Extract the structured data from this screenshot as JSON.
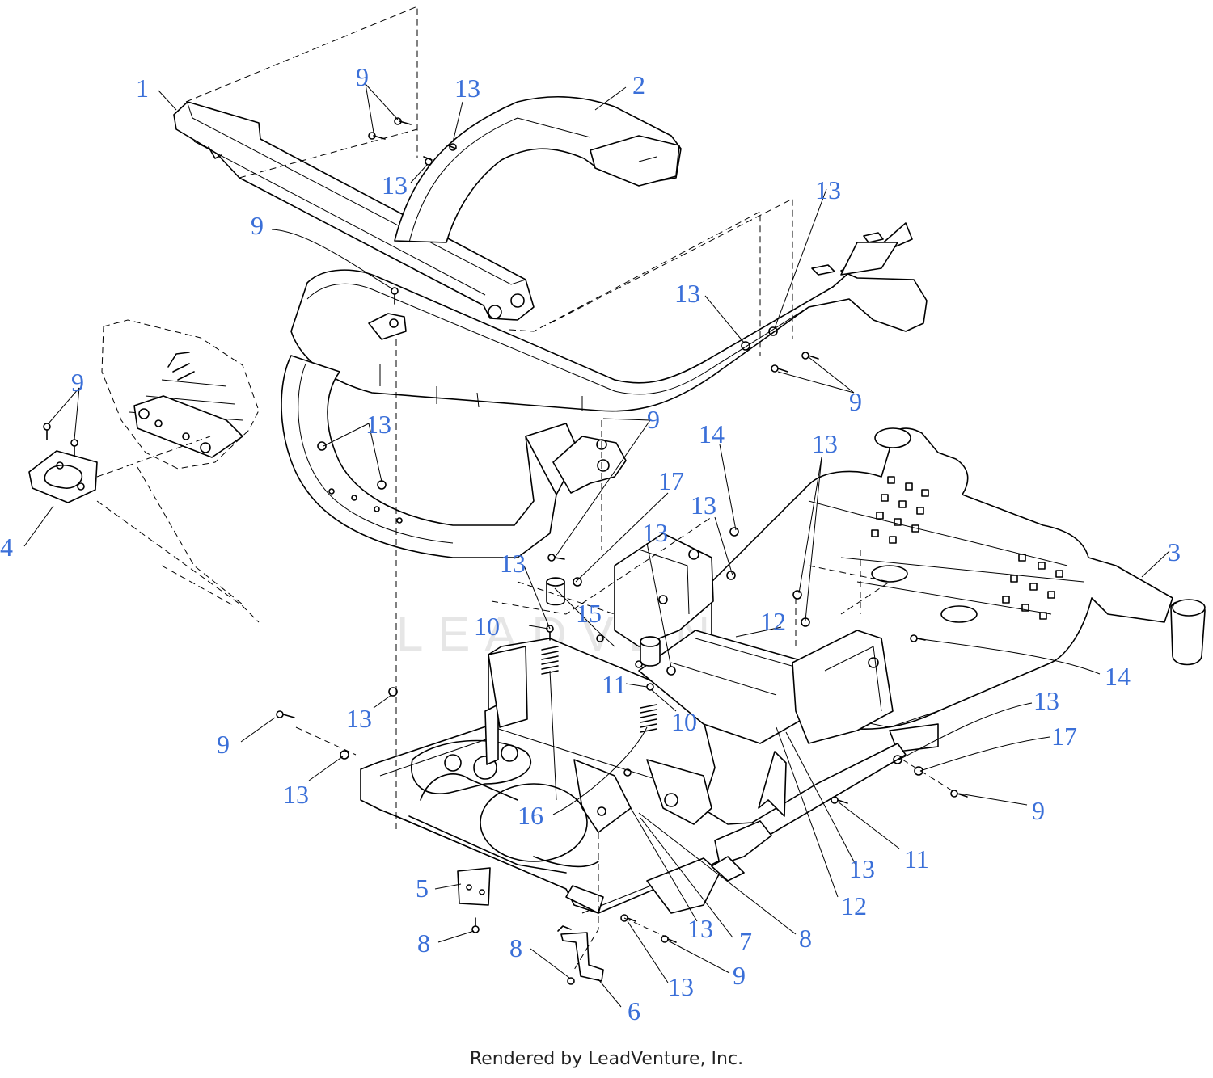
{
  "watermark": "LEADVENTURE",
  "credit": "Rendered by LeadVenture, Inc.",
  "callout_color": "#3a6fd8",
  "callouts": [
    "1",
    "2",
    "3",
    "4",
    "5",
    "6",
    "7",
    "8",
    "8",
    "8",
    "9",
    "9",
    "9",
    "9",
    "9",
    "9",
    "9",
    "9",
    "10",
    "10",
    "11",
    "11",
    "12",
    "12",
    "13",
    "13",
    "13",
    "13",
    "13",
    "13",
    "13",
    "13",
    "13",
    "13",
    "13",
    "13",
    "13",
    "13",
    "13",
    "14",
    "14",
    "15",
    "16",
    "17",
    "17"
  ]
}
